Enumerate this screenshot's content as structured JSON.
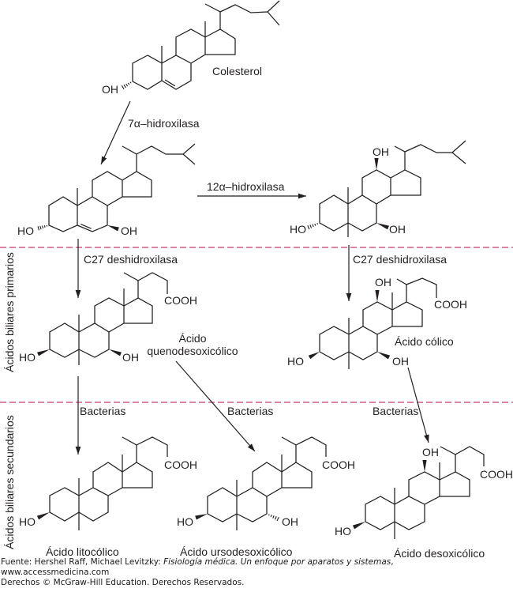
{
  "figure": {
    "colors": {
      "ink": "#231f20",
      "divider": "#c9396b"
    },
    "sections": {
      "primary": "Ácidos biliares primarios",
      "secondary": "Ácidos biliares secundarios"
    },
    "reactions": {
      "hydroxylase_7a": "7α–hidroxilasa",
      "hydroxylase_12a": "12α–hidroxilasa",
      "dehydroxylase_left": "C27 deshidroxilasa",
      "dehydroxylase_right": "C27 deshidroxilasa",
      "bacteria_left": "Bacterias",
      "bacteria_middle": "Bacterias",
      "bacteria_right": "Bacterias"
    },
    "compounds": {
      "cholesterol": {
        "name": "Colesterol",
        "c3_group": "OH"
      },
      "hydroxycholesterol_7a": {
        "c3_group": "HO",
        "c7_group": "OH"
      },
      "dihydroxycholesterol": {
        "c3_group": "HO",
        "c7_group": "OH",
        "c12_group": "OH"
      },
      "chenodeoxycholic": {
        "name_line1": "Ácido",
        "name_line2": "quenodesoxicólico",
        "c3_group": "HO",
        "c7_group": "OH",
        "acid_group": "COOH"
      },
      "cholic": {
        "name": "Ácido cólico",
        "c3_group": "HO",
        "c7_group": "OH",
        "c12_group": "OH",
        "acid_group": "COOH"
      },
      "lithocholic": {
        "name": "Ácido litocólico",
        "c3_group": "HO",
        "acid_group": "COOH"
      },
      "ursodeoxycholic": {
        "name": "Ácido ursodesoxicólico",
        "c3_group": "HO",
        "c7_group": "OH",
        "acid_group": "COOH"
      },
      "deoxycholic": {
        "name": "Ácido desoxicólico",
        "c3_group": "HO",
        "c12_group": "OH",
        "acid_group": "COOH"
      }
    }
  },
  "footer": {
    "source_prefix": "Fuente: Hershel Raff, Michael Levitzky: ",
    "source_title": "Fisiología médica. Un enfoque por aparatos y sistemas",
    "source_suffix": ",",
    "url": "www.accessmedicina.com",
    "rights": "Derechos © McGraw-Hill Education. Derechos Reservados."
  }
}
